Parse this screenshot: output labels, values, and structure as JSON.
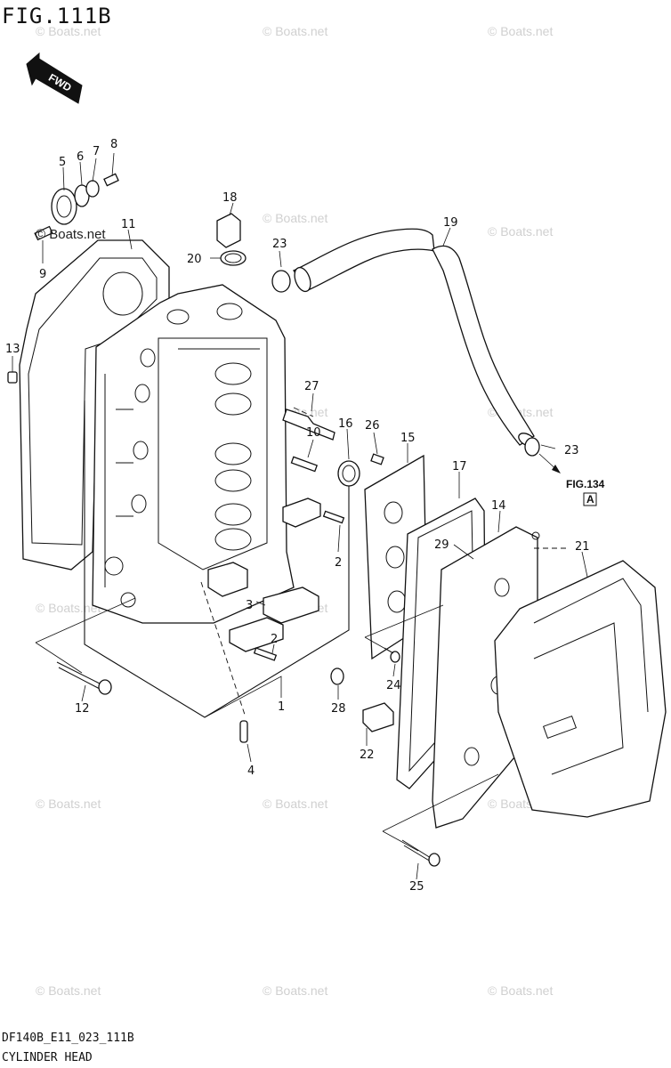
{
  "figure": {
    "title": "FIG.111B",
    "fwd_label": "FWD",
    "drawing_code": "DF140B_E11_023_111B",
    "caption": "CYLINDER HEAD",
    "ref_figure": "FIG.134",
    "ref_box": "A"
  },
  "watermark": "© Boats.net",
  "watermark_dark": "© Boats.net",
  "callouts": {
    "c1": "1",
    "c2a": "2",
    "c2b": "2",
    "c3": "3",
    "c4": "4",
    "c5": "5",
    "c6": "6",
    "c7": "7",
    "c8": "8",
    "c9": "9",
    "c10": "10",
    "c11": "11",
    "c12": "12",
    "c13": "13",
    "c14": "14",
    "c15": "15",
    "c16": "16",
    "c17": "17",
    "c18": "18",
    "c19": "19",
    "c20": "20",
    "c21": "21",
    "c22": "22",
    "c23a": "23",
    "c23b": "23",
    "c24": "24",
    "c25": "25",
    "c26": "26",
    "c27": "27",
    "c28": "28",
    "c29": "29"
  }
}
